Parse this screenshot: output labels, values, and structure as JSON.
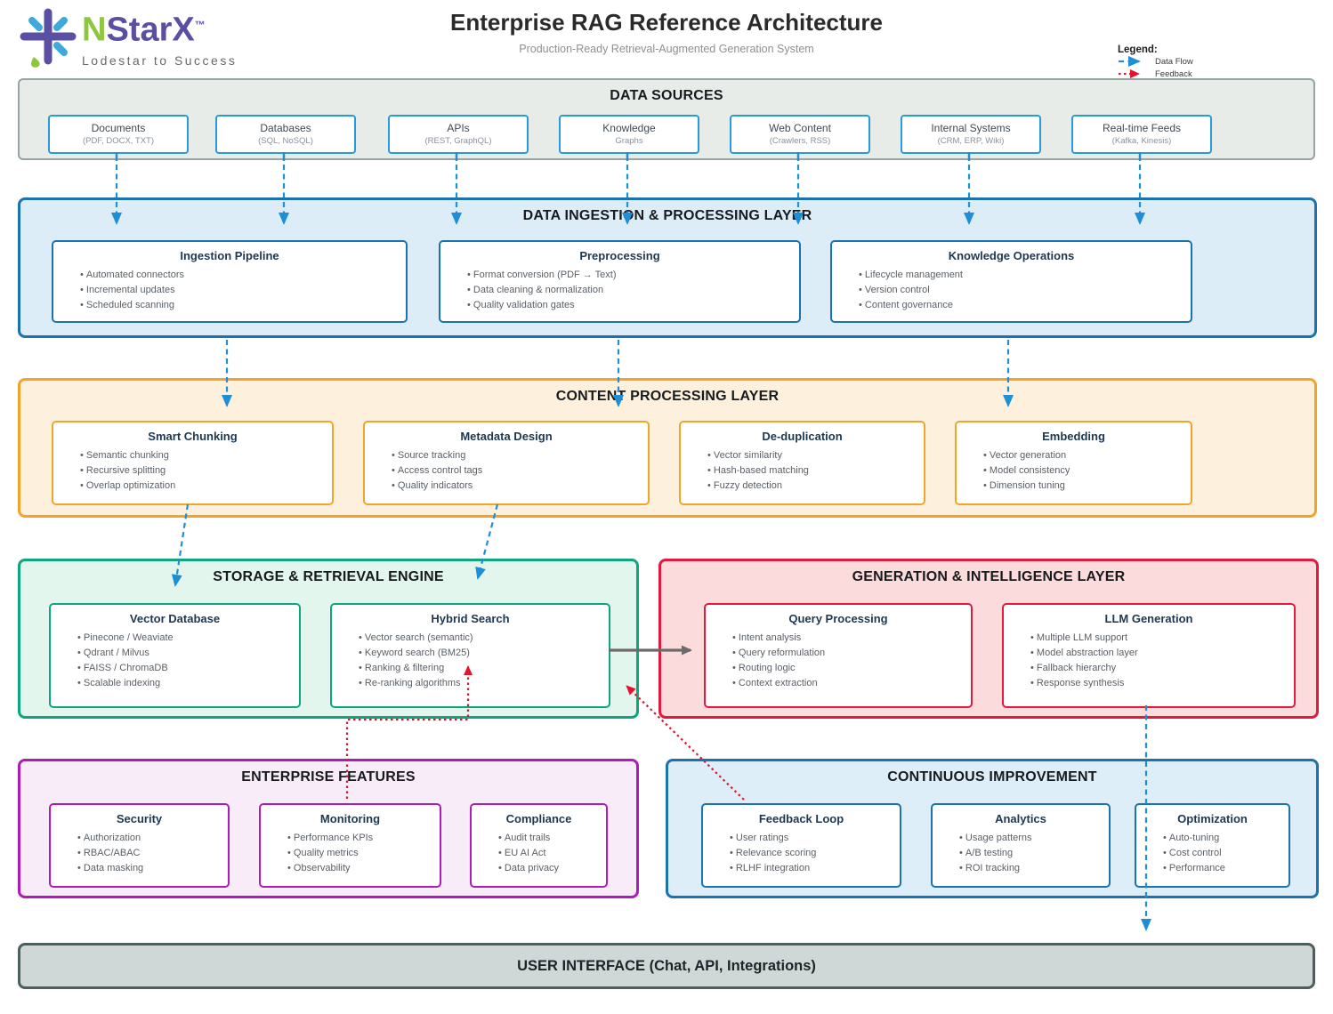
{
  "header": {
    "logo": {
      "brand_n": "N",
      "brand_rest": "StarX",
      "tm": "™",
      "tagline": "Lodestar to Success"
    },
    "title": "Enterprise RAG Reference Architecture",
    "subtitle": "Production-Ready Retrieval-Augmented Generation System",
    "legend": {
      "label": "Legend:",
      "data_flow": "Data Flow",
      "feedback": "Feedback"
    }
  },
  "colors": {
    "data_flow_blue": "#1e8fd5",
    "feedback_red": "#e8112d",
    "layer_blue": "#1b72ae",
    "layer_orange": "#f2a42a",
    "layer_green": "#0fa57e",
    "layer_red": "#e01b3d",
    "layer_purple": "#ae1cb8",
    "brand_green": "#8dc63f",
    "brand_purple": "#5a4fa2"
  },
  "data_sources": {
    "title": "DATA SOURCES",
    "items": [
      {
        "title": "Documents",
        "subtitle": "(PDF, DOCX, TXT)"
      },
      {
        "title": "Databases",
        "subtitle": "(SQL, NoSQL)"
      },
      {
        "title": "APIs",
        "subtitle": "(REST, GraphQL)"
      },
      {
        "title": "Knowledge",
        "subtitle": "Graphs"
      },
      {
        "title": "Web Content",
        "subtitle": "(Crawlers, RSS)"
      },
      {
        "title": "Internal Systems",
        "subtitle": "(CRM, ERP, Wiki)"
      },
      {
        "title": "Real-time Feeds",
        "subtitle": "(Kafka, Kinesis)"
      }
    ]
  },
  "ingestion_layer": {
    "title": "DATA INGESTION & PROCESSING LAYER",
    "cards": [
      {
        "title": "Ingestion Pipeline",
        "items": [
          "Automated connectors",
          "Incremental updates",
          "Scheduled scanning"
        ]
      },
      {
        "title": "Preprocessing",
        "items": [
          "Format conversion (PDF → Text)",
          "Data cleaning & normalization",
          "Quality validation gates"
        ]
      },
      {
        "title": "Knowledge Operations",
        "items": [
          "Lifecycle management",
          "Version control",
          "Content governance"
        ]
      }
    ]
  },
  "content_layer": {
    "title": "CONTENT PROCESSING LAYER",
    "cards": [
      {
        "title": "Smart Chunking",
        "items": [
          "Semantic chunking",
          "Recursive splitting",
          "Overlap optimization"
        ]
      },
      {
        "title": "Metadata Design",
        "items": [
          "Source tracking",
          "Access control tags",
          "Quality indicators"
        ]
      },
      {
        "title": "De-duplication",
        "items": [
          "Vector similarity",
          "Hash-based matching",
          "Fuzzy detection"
        ]
      },
      {
        "title": "Embedding",
        "items": [
          "Vector generation",
          "Model consistency",
          "Dimension tuning"
        ]
      }
    ]
  },
  "storage_layer": {
    "title": "STORAGE & RETRIEVAL ENGINE",
    "cards": [
      {
        "title": "Vector Database",
        "items": [
          "Pinecone / Weaviate",
          "Qdrant / Milvus",
          "FAISS / ChromaDB",
          "Scalable indexing"
        ]
      },
      {
        "title": "Hybrid Search",
        "items": [
          "Vector search (semantic)",
          "Keyword search (BM25)",
          "Ranking & filtering",
          "Re-ranking algorithms"
        ]
      }
    ]
  },
  "generation_layer": {
    "title": "GENERATION & INTELLIGENCE LAYER",
    "cards": [
      {
        "title": "Query Processing",
        "items": [
          "Intent analysis",
          "Query reformulation",
          "Routing logic",
          "Context extraction"
        ]
      },
      {
        "title": "LLM Generation",
        "items": [
          "Multiple LLM support",
          "Model abstraction layer",
          "Fallback hierarchy",
          "Response synthesis"
        ]
      }
    ]
  },
  "enterprise_layer": {
    "title": "ENTERPRISE FEATURES",
    "cards": [
      {
        "title": "Security",
        "items": [
          "Authorization",
          "RBAC/ABAC",
          "Data masking"
        ]
      },
      {
        "title": "Monitoring",
        "items": [
          "Performance KPIs",
          "Quality metrics",
          "Observability"
        ]
      },
      {
        "title": "Compliance",
        "items": [
          "Audit trails",
          "EU AI Act",
          "Data privacy"
        ]
      }
    ]
  },
  "improvement_layer": {
    "title": "CONTINUOUS IMPROVEMENT",
    "cards": [
      {
        "title": "Feedback Loop",
        "items": [
          "User ratings",
          "Relevance scoring",
          "RLHF integration"
        ]
      },
      {
        "title": "Analytics",
        "items": [
          "Usage patterns",
          "A/B testing",
          "ROI tracking"
        ]
      },
      {
        "title": "Optimization",
        "items": [
          "Auto-tuning",
          "Cost control",
          "Performance"
        ]
      }
    ]
  },
  "ui_layer": {
    "title": "USER INTERFACE (Chat, API, Integrations)"
  }
}
